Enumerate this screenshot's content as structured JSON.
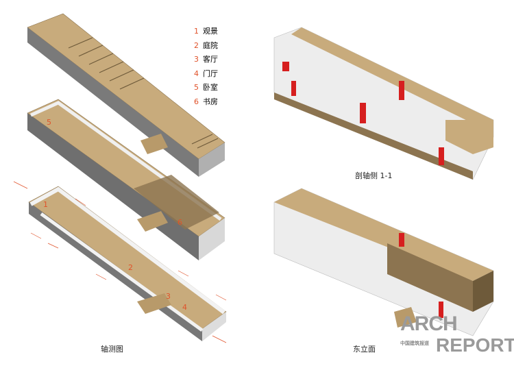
{
  "legend": [
    {
      "num": "1",
      "label": "观景"
    },
    {
      "num": "2",
      "label": "庭院"
    },
    {
      "num": "3",
      "label": "客厅"
    },
    {
      "num": "4",
      "label": "门厅"
    },
    {
      "num": "5",
      "label": "卧室"
    },
    {
      "num": "6",
      "label": "书房"
    }
  ],
  "labels": {
    "axon": "轴测图",
    "section": "剖轴侧 1-1",
    "elevation": "东立面"
  },
  "markers": {
    "m5": "5",
    "m6": "6",
    "m1": "1",
    "m2": "2",
    "m3": "3",
    "m4": "4"
  },
  "watermark": {
    "top": "ARCH",
    "bottom": "REPORT",
    "cn": "中国建筑报道"
  },
  "colors": {
    "wood": "#c8ab7c",
    "stone": "#e6e6e6",
    "dark": "#6b6b6b",
    "accent": "#e0522a",
    "figure": "#d61f1f"
  }
}
